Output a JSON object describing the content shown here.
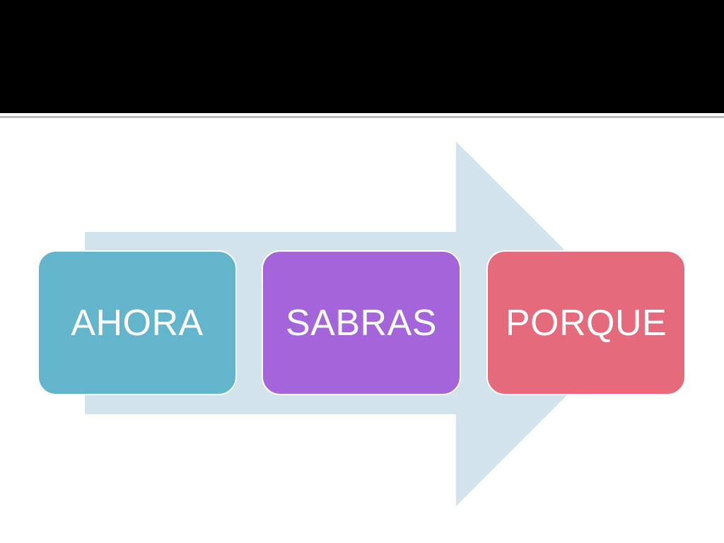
{
  "slide": {
    "title": "",
    "colors": {
      "title_bar": "#000000",
      "arrow": "#d3e3ec",
      "text": "#ffffff"
    }
  },
  "process": {
    "steps": [
      {
        "label": "AHORA",
        "color": "#63b5cb"
      },
      {
        "label": "SABRAS",
        "color": "#a565da"
      },
      {
        "label": "PORQUE",
        "color": "#e56b7c"
      }
    ]
  }
}
